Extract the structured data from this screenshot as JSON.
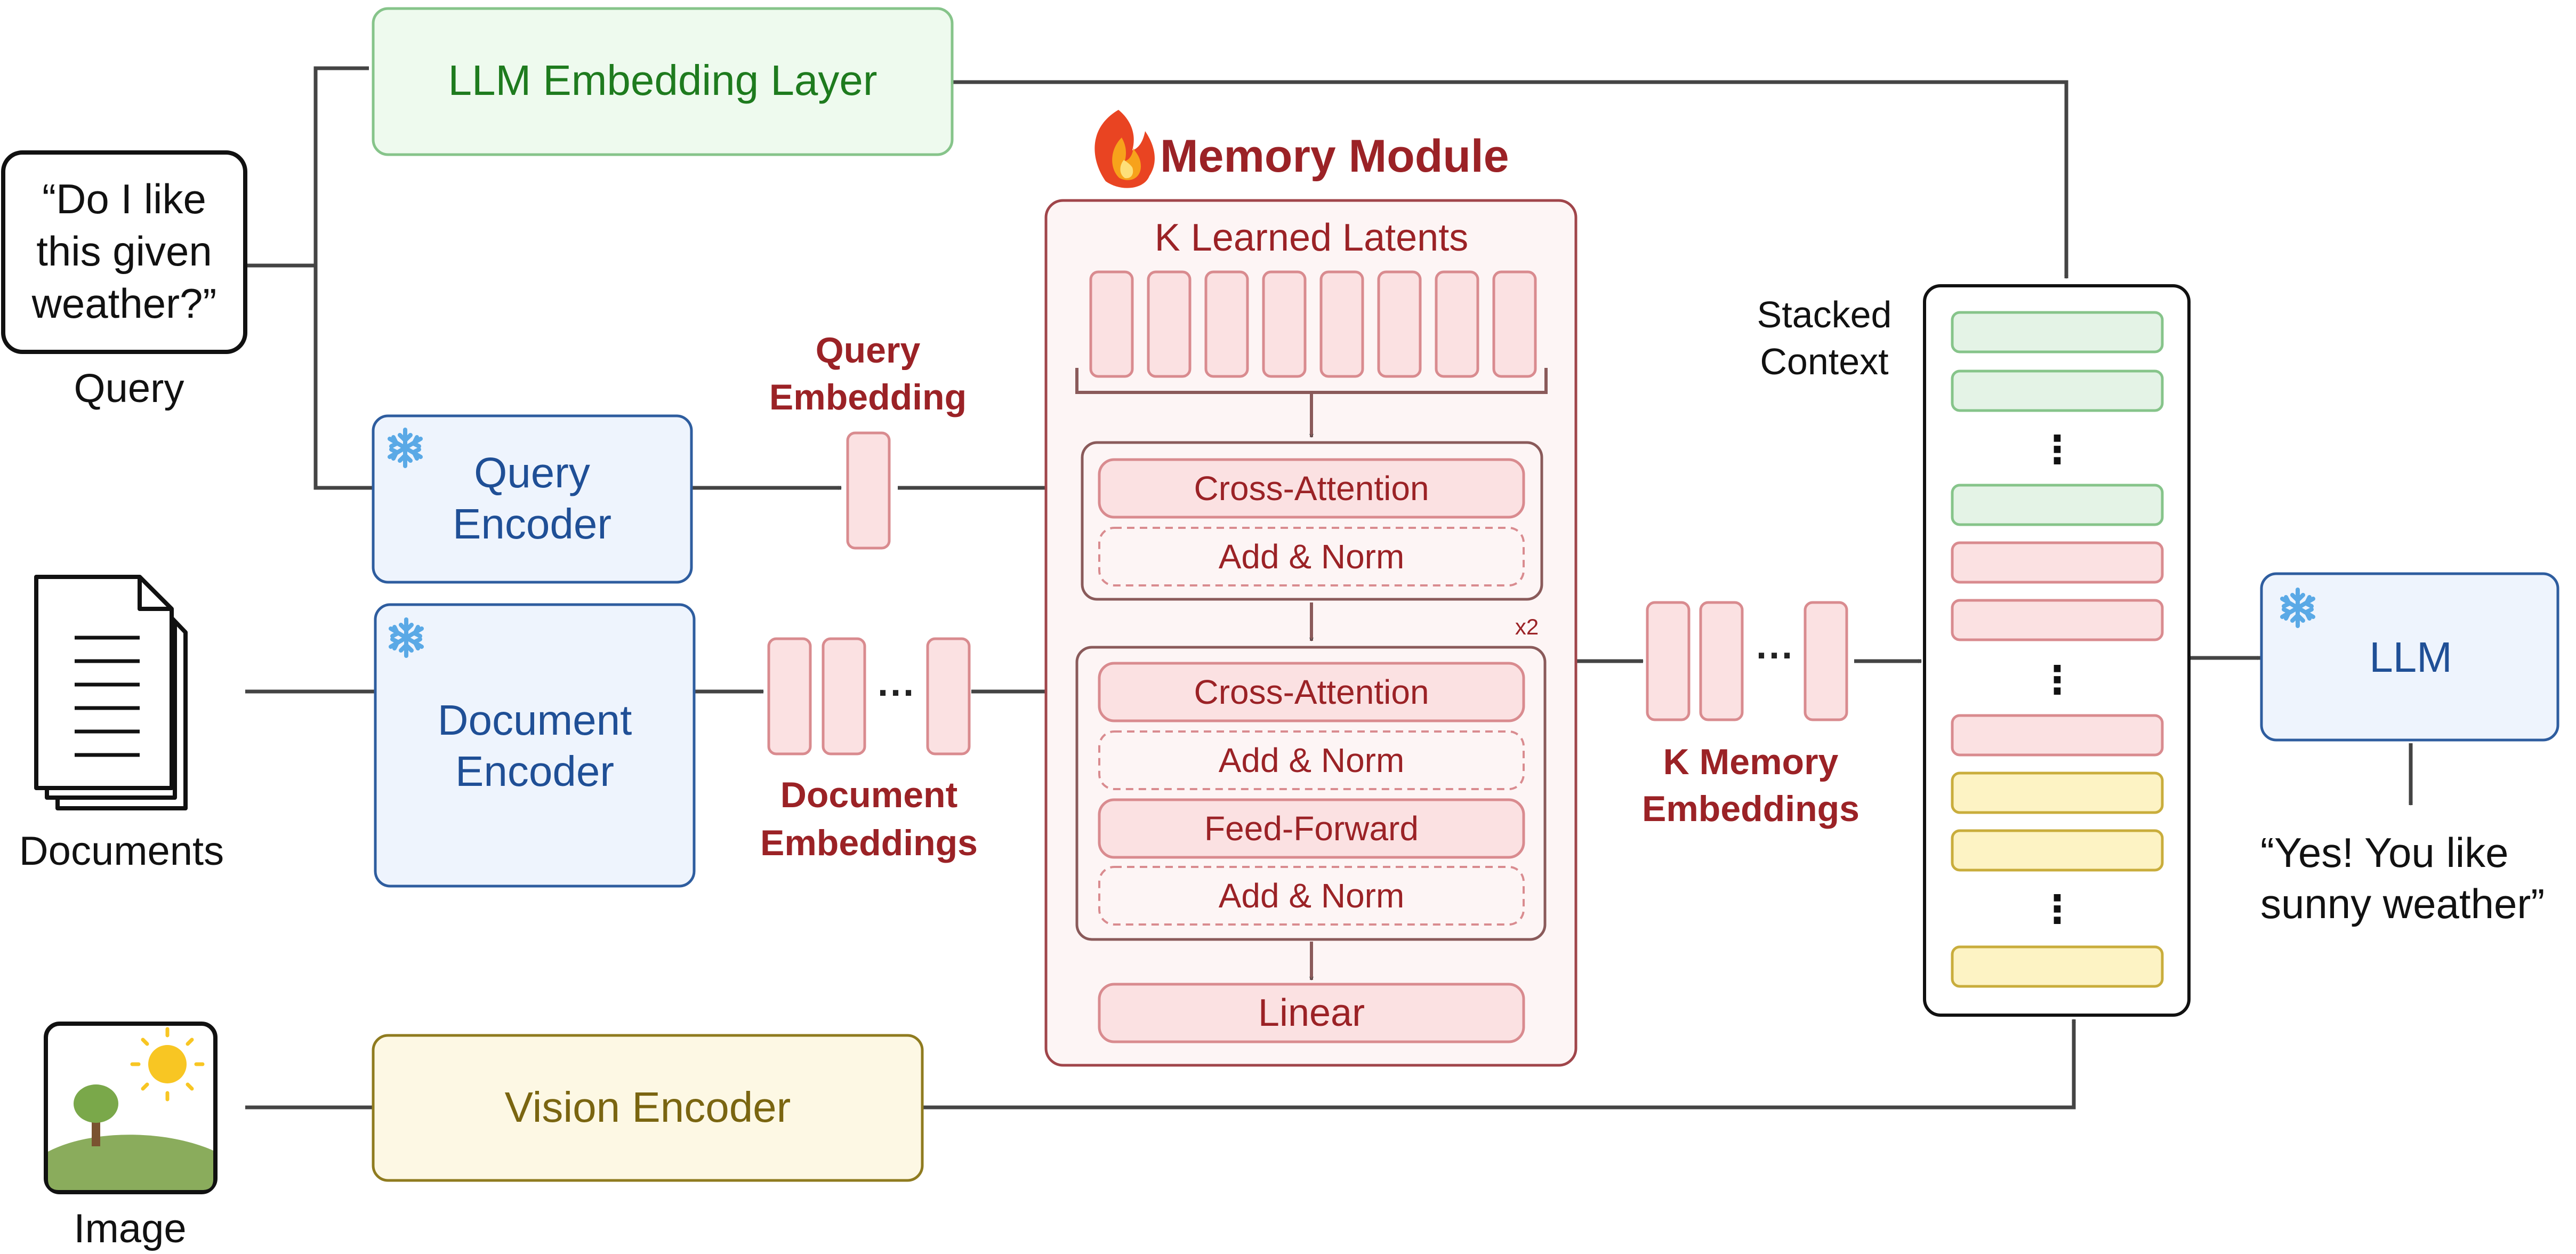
{
  "query": {
    "text_lines": [
      "“Do I like",
      "this given",
      "weather?”"
    ],
    "label": "Query"
  },
  "llm_embedding_layer": {
    "label": "LLM Embedding Layer"
  },
  "query_encoder": {
    "lines": [
      "Query",
      "Encoder"
    ]
  },
  "document_encoder": {
    "lines": [
      "Document",
      "Encoder"
    ]
  },
  "vision_encoder": {
    "label": "Vision Encoder"
  },
  "documents": {
    "label": "Documents"
  },
  "image": {
    "label": "Image"
  },
  "query_embedding": {
    "lines": [
      "Query",
      "Embedding"
    ]
  },
  "document_embeddings": {
    "lines": [
      "Document",
      "Embeddings"
    ]
  },
  "memory_module": {
    "title": "Memory Module",
    "latents_label": "K Learned Latents",
    "block1": {
      "cross_attention": "Cross-Attention",
      "add_norm": "Add & Norm"
    },
    "block2": {
      "cross_attention": "Cross-Attention",
      "add_norm_1": "Add & Norm",
      "feed_forward": "Feed-Forward",
      "add_norm_2": "Add & Norm",
      "repeat": "x2"
    },
    "linear": "Linear"
  },
  "k_memory_embeddings": {
    "lines": [
      "K Memory",
      "Embeddings"
    ]
  },
  "stacked_context": {
    "lines": [
      "Stacked",
      "Context"
    ],
    "ellipsis": "⋮"
  },
  "llm": {
    "label": "LLM"
  },
  "answer": {
    "lines": [
      "“Yes! You like",
      "sunny weather”"
    ]
  },
  "ellipsis": "···",
  "icons": [
    "snowflake-icon",
    "fire-icon",
    "document-stack-icon",
    "landscape-image-icon"
  ],
  "colors": {
    "accent_red": "#9b2226",
    "green_fill": "#eefaee",
    "green_stroke": "#86c48a",
    "green_text": "#1e7b1e",
    "blue_fill": "#eef4fd",
    "blue_stroke": "#2e5d9f",
    "blue_text": "#1f4f96",
    "yellow_fill": "#fdf8e4",
    "yellow_stroke": "#8f7b1f",
    "yellow_text": "#7a6510",
    "pink_fill": "#fbe1e2",
    "pink_stroke": "#d98b8f",
    "module_fill": "#fdf5f5"
  }
}
